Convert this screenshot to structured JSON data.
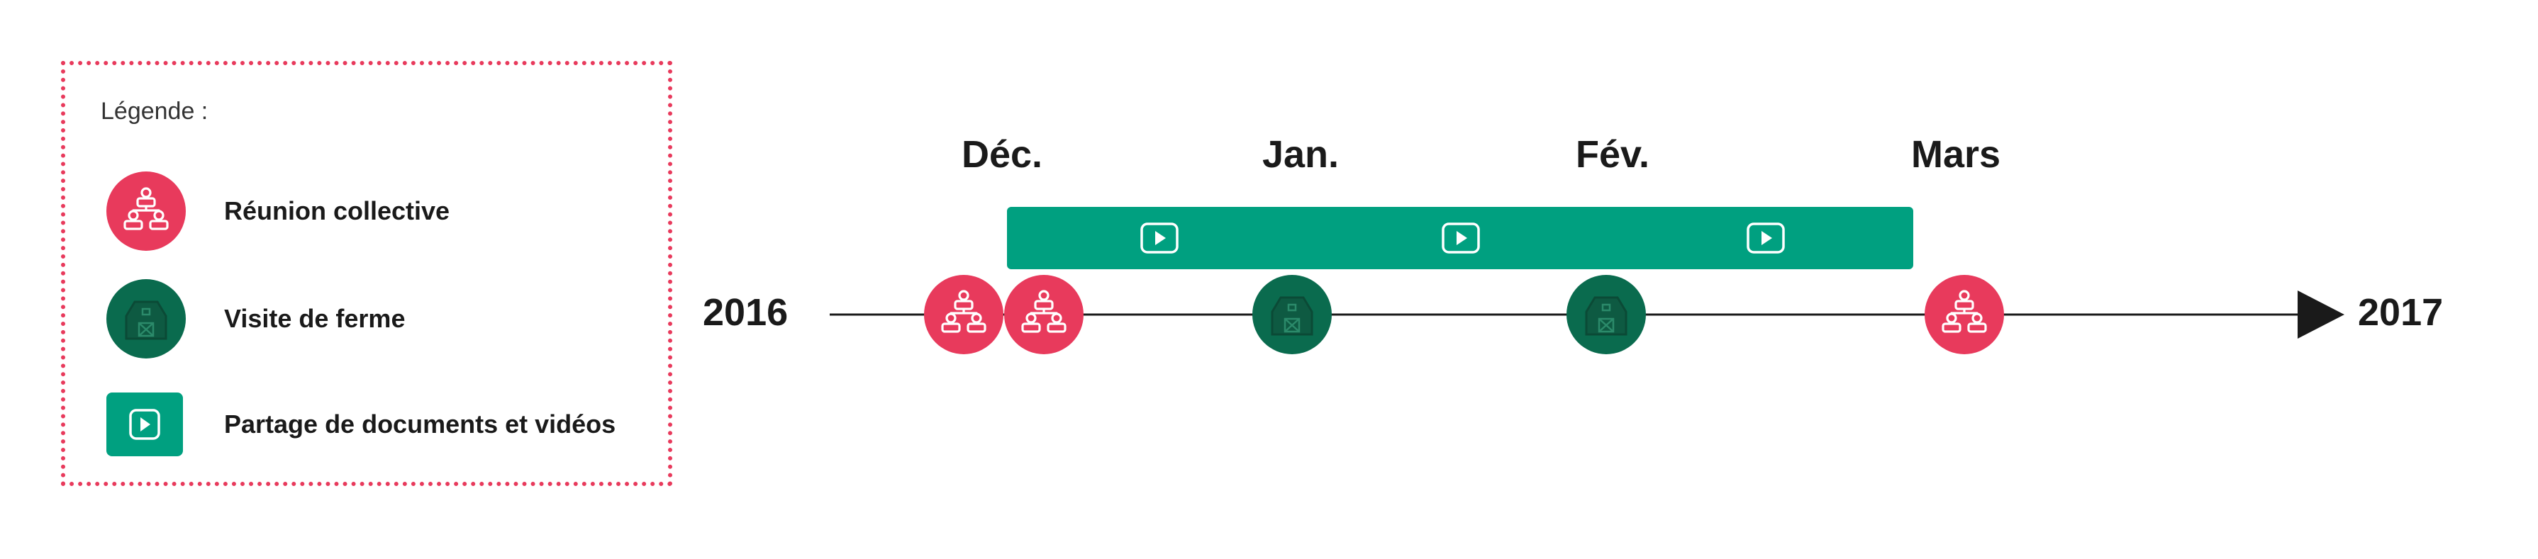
{
  "legend": {
    "title": "Légende :",
    "items": [
      {
        "label": "Réunion collective",
        "icon": "people-group-icon",
        "color": "#e83a5c"
      },
      {
        "label": "Visite de ferme",
        "icon": "barn-icon",
        "color": "#0a6b4e"
      },
      {
        "label": "Partage de documents et vidéos",
        "icon": "play-icon",
        "color": "#00a080"
      }
    ]
  },
  "timeline": {
    "start_year": "2016",
    "end_year": "2017",
    "months": [
      "Déc.",
      "Jan.",
      "Fév.",
      "Mars"
    ]
  },
  "colors": {
    "meeting": "#e83a5c",
    "farm_visit": "#0a6b4e",
    "sharing": "#00a080",
    "axis": "#1a1a1a"
  }
}
